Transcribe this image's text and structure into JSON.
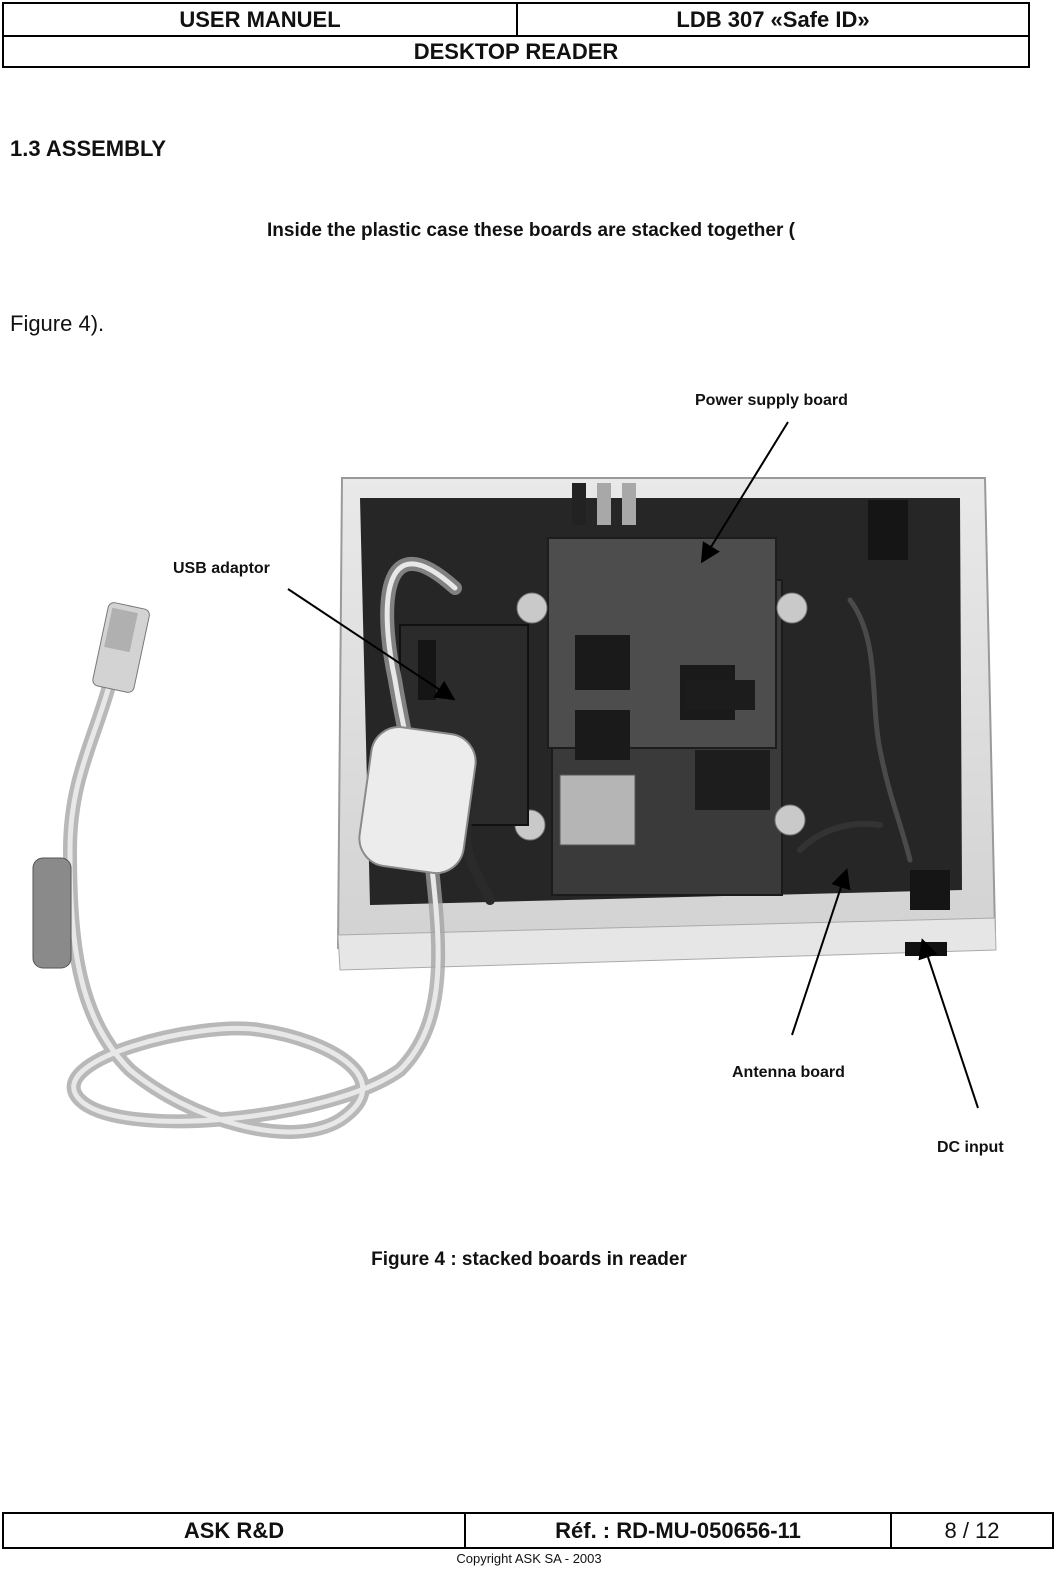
{
  "header": {
    "left": "USER MANUEL",
    "right": "LDB 307 «Safe ID»",
    "subtitle": "DESKTOP READER"
  },
  "section": {
    "title": "1.3 ASSEMBLY",
    "intro": "Inside the plastic case these boards are stacked together (",
    "intro_continued": "Figure 4)."
  },
  "figure": {
    "callouts": {
      "power_supply_board": "Power supply board",
      "usb_adaptor": "USB adaptor",
      "antenna_board": "Antenna board",
      "dc_input": "DC input"
    },
    "caption": "Figure 4 : stacked boards in reader"
  },
  "footer": {
    "left": "ASK R&D",
    "middle": "Réf. : RD-MU-050656-11",
    "page": "8 / 12",
    "copyright": "Copyright ASK SA - 2003"
  }
}
